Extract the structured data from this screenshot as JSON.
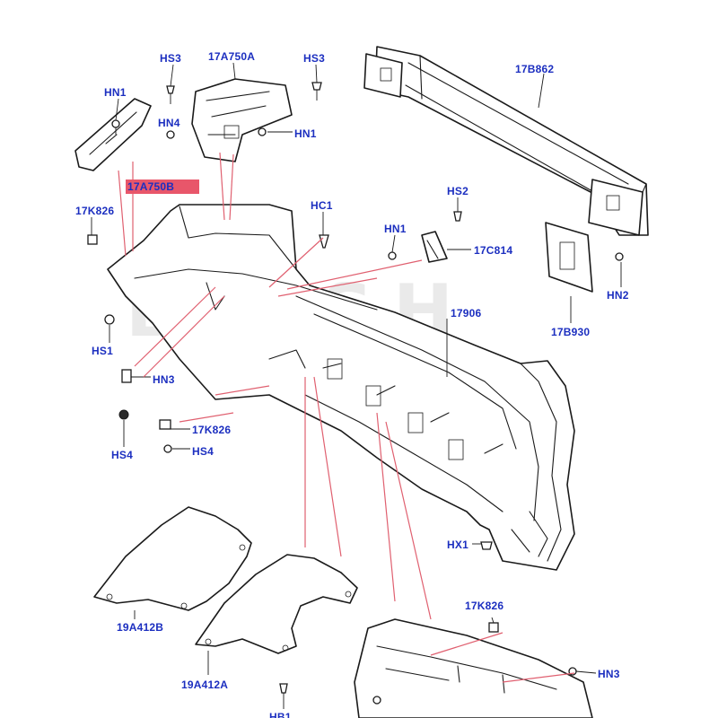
{
  "watermark": "BJRSH",
  "labels": {
    "hs3_left": "HS3",
    "p17a750a": "17A750A",
    "hs3_right": "HS3",
    "hn1_a": "HN1",
    "hn4": "HN4",
    "hn1_b": "HN1",
    "p17a750b": "17A750B",
    "p17b862": "17B862",
    "p17k826_a": "17K826",
    "hc1": "HC1",
    "hs2": "HS2",
    "hn1_c": "HN1",
    "p17c814": "17C814",
    "hn2": "HN2",
    "p17906": "17906",
    "hs1": "HS1",
    "p17b930": "17B930",
    "hn3_a": "HN3",
    "p17k826_b": "17K826",
    "hs4_a": "HS4",
    "hs4_b": "HS4",
    "hx1": "HX1",
    "p17k826_c": "17K826",
    "p19a412b": "19A412B",
    "p19a412a": "19A412A",
    "hn3_b": "HN3",
    "hb1": "HB1"
  },
  "highlight_color": "#e8566a",
  "label_color": "#1c2fc0"
}
